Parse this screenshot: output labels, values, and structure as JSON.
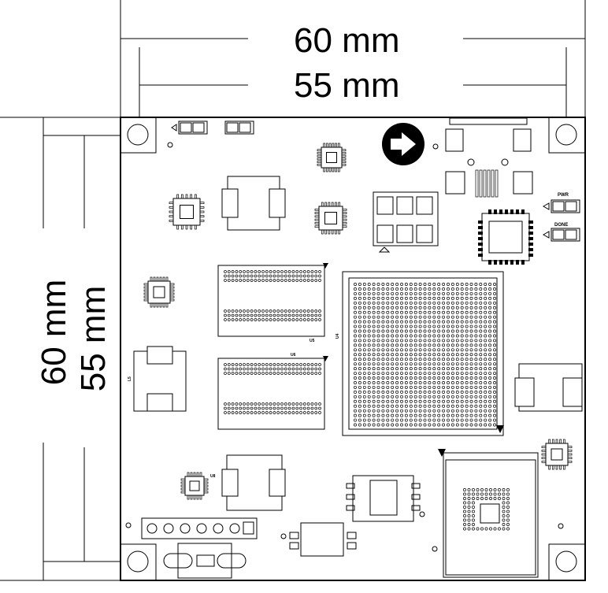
{
  "dimensions": {
    "outer_width": "60 mm",
    "inner_width": "55 mm",
    "outer_height": "60 mm",
    "inner_height": "55 mm"
  },
  "silkscreen": {
    "pwr": "PWR",
    "done": "DONE",
    "u5": "U5",
    "u6": "U6",
    "u4": "U4",
    "l5": "L5",
    "u8": "U8"
  },
  "colors": {
    "ink": "#000000",
    "paper": "#ffffff"
  }
}
